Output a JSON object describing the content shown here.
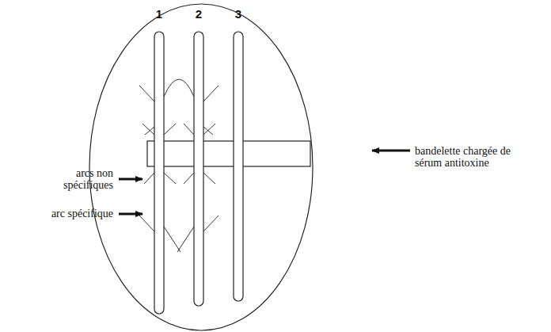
{
  "diagram": {
    "labels": [
      "1",
      "2",
      "3",
      "bandelette chargée de sérum antitoxine",
      "arcs non spécifiques",
      "arc spécifique"
    ]
  }
}
